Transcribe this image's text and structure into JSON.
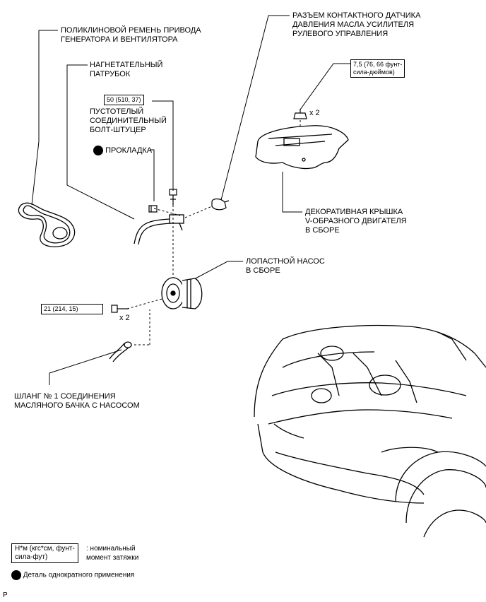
{
  "labels": {
    "belt": [
      "ПОЛИКЛИНОВОЙ РЕМЕНЬ ПРИВОДА",
      "ГЕНЕРАТОРА И ВЕНТИЛЯТОРА"
    ],
    "pressure_pipe": [
      "НАГНЕТАТЕЛЬНЫЙ",
      "ПАТРУБОК"
    ],
    "union_bolt": [
      "ПУСТОТЕЛЫЙ",
      "СОЕДИНИТЕЛЬНЫЙ",
      "БОЛТ-ШТУЦЕР"
    ],
    "gasket": "ПРОКЛАДКА",
    "connector": [
      "РАЗЪЕМ КОНТАКТНОГО ДАТЧИКА",
      "ДАВЛЕНИЯ МАСЛА УСИЛИТЕЛЯ",
      "РУЛЕВОГО УПРАВЛЕНИЯ"
    ],
    "cover": [
      "ДЕКОРАТИВНАЯ КРЫШКА",
      "V-ОБРАЗНОГО ДВИГАТЕЛЯ",
      "В СБОРЕ"
    ],
    "pump": [
      "ЛОПАСТНОЙ НАСОС",
      "В СБОРЕ"
    ],
    "hose": [
      "ШЛАНГ № 1 СОЕДИНЕНИЯ",
      "МАСЛЯНОГО БАЧКА С НАСОСОМ"
    ]
  },
  "torques": {
    "union_bolt": "50 (510, 37)",
    "cover_nut": [
      "7,5 (76, 66 фунт-",
      "сила-дюймов)"
    ],
    "pump_bolt": "21 (214, 15)"
  },
  "quantities": {
    "cover_nut": "x 2",
    "pump_bolt": "x 2"
  },
  "legend": {
    "torque_box": [
      "Н*м (кгс*см, фунт-",
      "сила-фут)"
    ],
    "torque_desc": [
      ": номинальный",
      "момент затяжки"
    ],
    "non_reusable": "Деталь однократного применения"
  },
  "figure_code": "P"
}
